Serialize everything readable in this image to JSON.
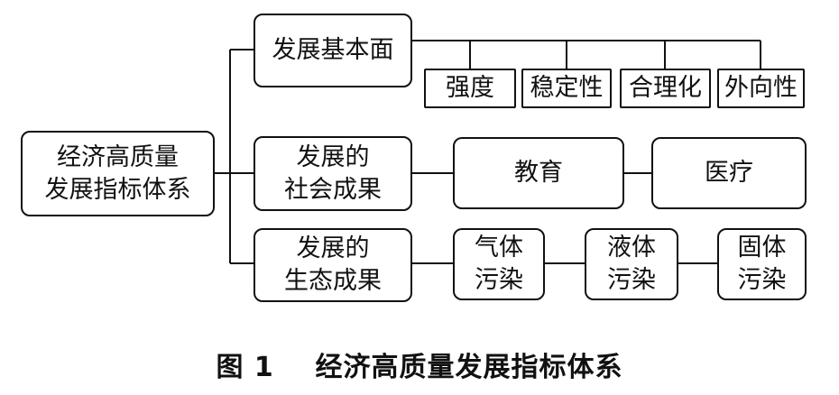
{
  "diagram": {
    "root": {
      "label": "经济高质量\n发展指标体系"
    },
    "branches": [
      {
        "label": "发展基本面",
        "children": [
          {
            "label": "强度"
          },
          {
            "label": "稳定性"
          },
          {
            "label": "合理化"
          },
          {
            "label": "外向性"
          }
        ]
      },
      {
        "label": "发展的\n社会成果",
        "children": [
          {
            "label": "教育"
          },
          {
            "label": "医疗"
          }
        ]
      },
      {
        "label": "发展的\n生态成果",
        "children": [
          {
            "label": "气体\n污染"
          },
          {
            "label": "液体\n污染"
          },
          {
            "label": "固体\n污染"
          }
        ]
      }
    ]
  },
  "caption": {
    "figure_number": "图 1",
    "title": "经济高质量发展指标体系"
  }
}
